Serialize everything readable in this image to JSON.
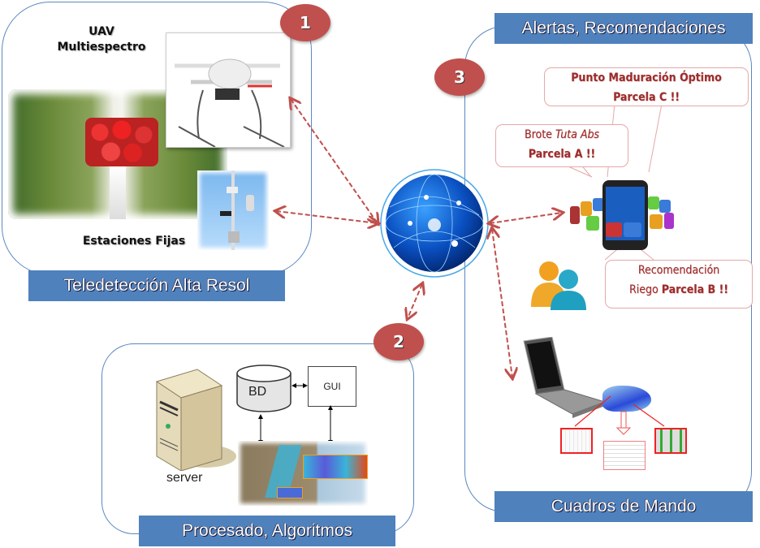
{
  "sections": {
    "remote_sensing": {
      "number": "1",
      "title": "Teledetección Alta Resol",
      "labels": {
        "uav_line1": "UAV",
        "uav_line2": "Multiespectro",
        "stations": "Estaciones Fijas"
      }
    },
    "processing": {
      "number": "2",
      "title": "Procesado, Algoritmos",
      "labels": {
        "database": "BD",
        "gui": "GUI",
        "server": "server"
      }
    },
    "alerts": {
      "number": "3",
      "title_top": "Alertas, Recomendaciones",
      "title_bottom": "Cuadros de Mando",
      "callouts": {
        "ripening": {
          "line1": "Punto Maduración Óptimo",
          "line2": "Parcela C !!"
        },
        "outbreak": {
          "line1_prefix": "Brote ",
          "line1_italic": "Tuta Abs",
          "line2": "Parcela A !!"
        },
        "irrigation": {
          "line1": "Recomendación",
          "line2_prefix": "Riego ",
          "line2_bold": "Parcela B !!"
        }
      }
    }
  },
  "colors": {
    "title_bar": "#4f81bd",
    "badge": "#c0504d",
    "panel_border": "#5b87c0",
    "connector": "#c0504d",
    "callout_text": "#9b2d2d"
  }
}
